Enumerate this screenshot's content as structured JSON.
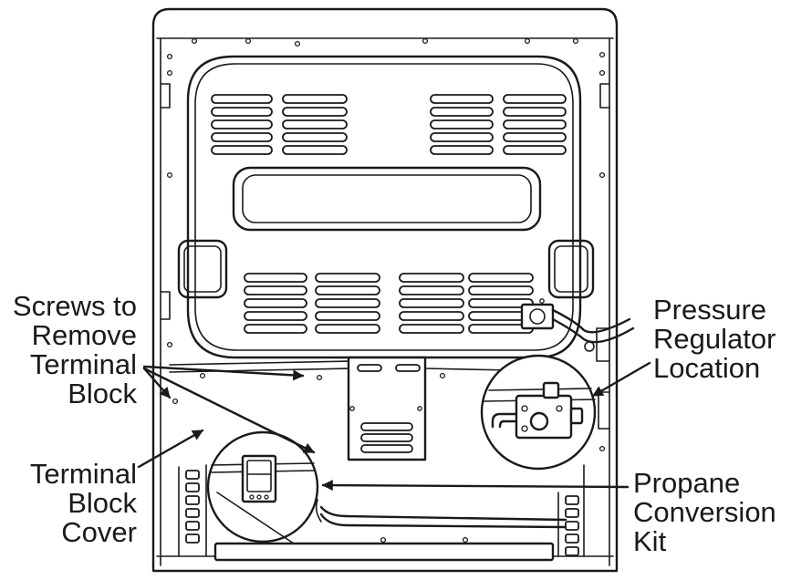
{
  "callouts": {
    "screws": [
      "Screws to",
      "Remove",
      "Terminal",
      "Block"
    ],
    "terminal_cover": [
      "Terminal",
      "Block",
      "Cover"
    ],
    "pressure_regulator": [
      "Pressure",
      "Regulator",
      "Location"
    ],
    "propane_kit": [
      "Propane",
      "Conversion",
      "Kit"
    ]
  },
  "colors": {
    "line": "#1a1a1a",
    "background": "#ffffff"
  }
}
